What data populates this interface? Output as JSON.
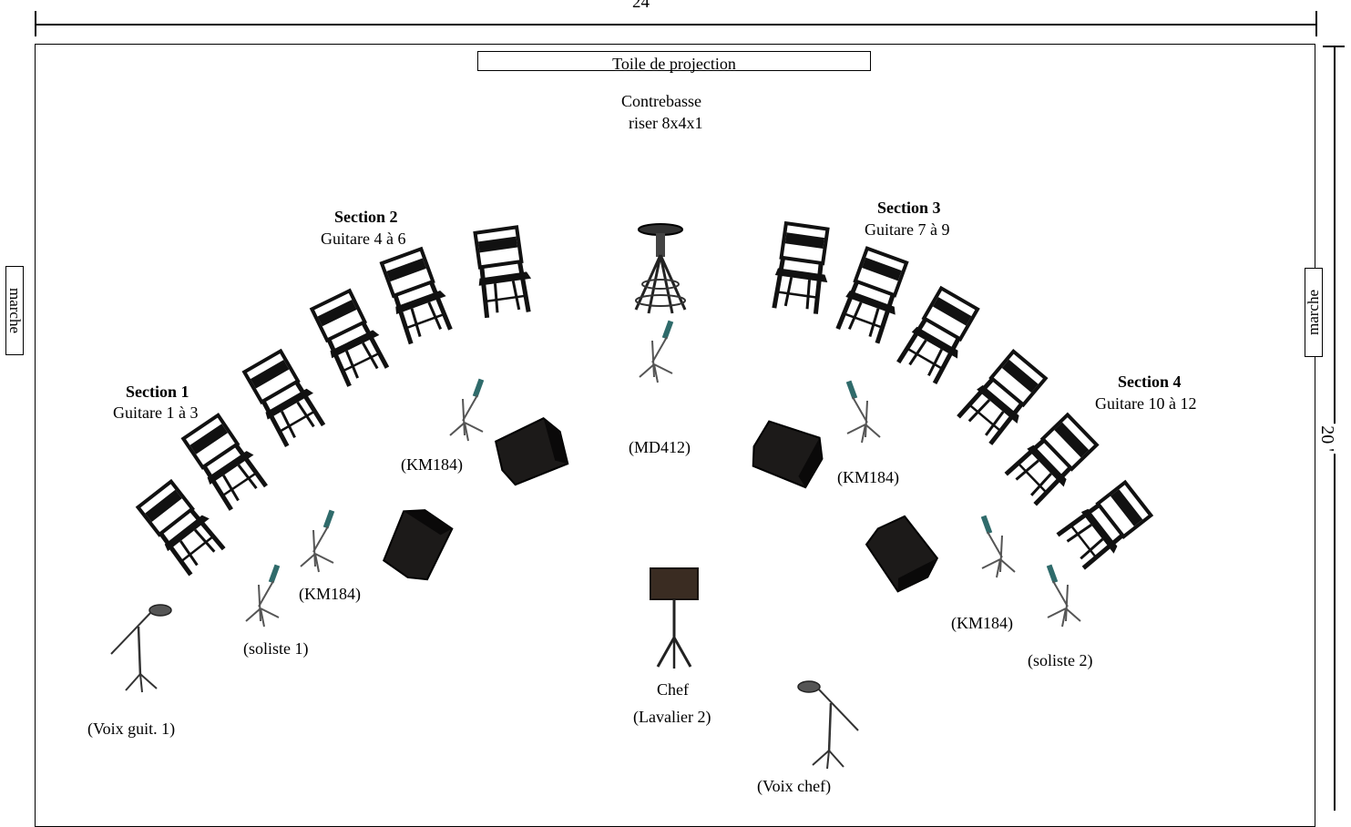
{
  "dimensions": {
    "width_label": "24",
    "height_label": "20 '"
  },
  "screen_label": "Toile de projection",
  "bass": {
    "line1": "Contrebasse",
    "line2": "riser 8x4x1"
  },
  "sections": [
    {
      "title": "Section 1",
      "subtitle": "Guitare 1 à 3"
    },
    {
      "title": "Section 2",
      "subtitle": "Guitare 4 à 6"
    },
    {
      "title": "Section 3",
      "subtitle": "Guitare 7 à 9"
    },
    {
      "title": "Section 4",
      "subtitle": "Guitare 10 à 12"
    }
  ],
  "mic_labels": {
    "km184_s2": "(KM184)",
    "md412": "(MD412)",
    "km184_s3": "(KM184)",
    "km184_s1": "(KM184)",
    "km184_s4": "(KM184)",
    "soloist1": "(soliste 1)",
    "soloist2": "(soliste 2)",
    "voice_guit": "(Voix guit. 1)",
    "voice_chef": "(Voix chef)"
  },
  "conductor": {
    "line1": "Chef",
    "line2": "(Lavalier 2)"
  },
  "steps": {
    "left": "marche",
    "right": "marche"
  },
  "colors": {
    "line": "#000000",
    "chair": "#111111",
    "monitor": "#1c1a19",
    "mic_head": "#2f6b6b",
    "stand": "#555555"
  },
  "icon_names": [
    "chair-icon",
    "stool-icon",
    "monitor-speaker-icon",
    "mic-stand-icon",
    "vocal-mic-icon",
    "music-stand-icon"
  ]
}
